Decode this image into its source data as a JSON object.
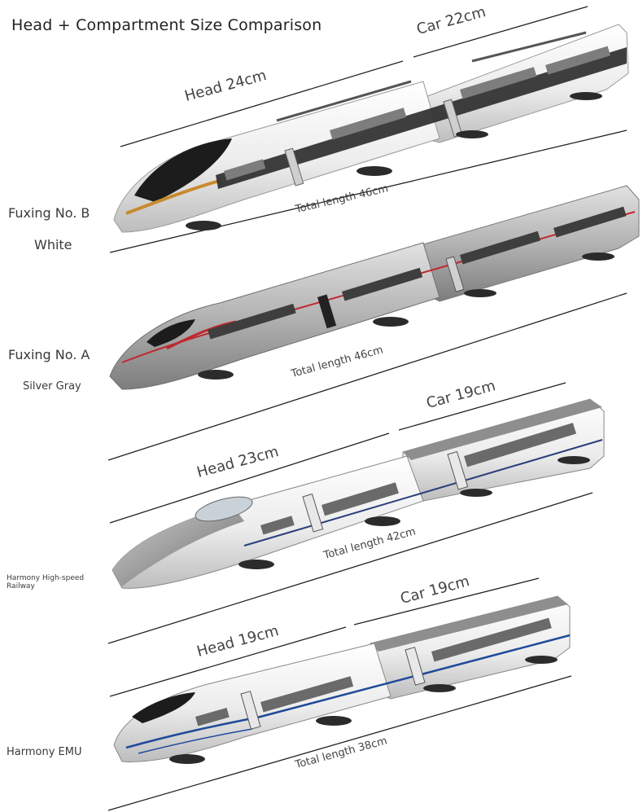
{
  "title": "Head + Compartment Size Comparison",
  "trains": [
    {
      "name": "Fuxing No. B",
      "color_name": "White",
      "head_label": "Head 24cm",
      "car_label": "Car 22cm",
      "total_label": "Total length 46cm",
      "body_color": "#f2f2f2",
      "accent_color": "#c98a2e"
    },
    {
      "name": "Fuxing No. A",
      "color_name": "Silver Gray",
      "head_label": "",
      "car_label": "",
      "total_label": "Total length 46cm",
      "body_color": "#b9b9b9",
      "accent_color": "#c0282d"
    },
    {
      "name": "Harmony High-speed Railway",
      "head_label": "Head 23cm",
      "car_label": "Car 19cm",
      "total_label": "Total length 42cm",
      "body_color": "#eeeeee",
      "accent_color": "#2a3f7a"
    },
    {
      "name": "Harmony EMU",
      "head_label": "Head 19cm",
      "car_label": "Car 19cm",
      "total_label": "Total length 38cm",
      "body_color": "#f0f0f0",
      "accent_color": "#1f4a9a"
    }
  ]
}
